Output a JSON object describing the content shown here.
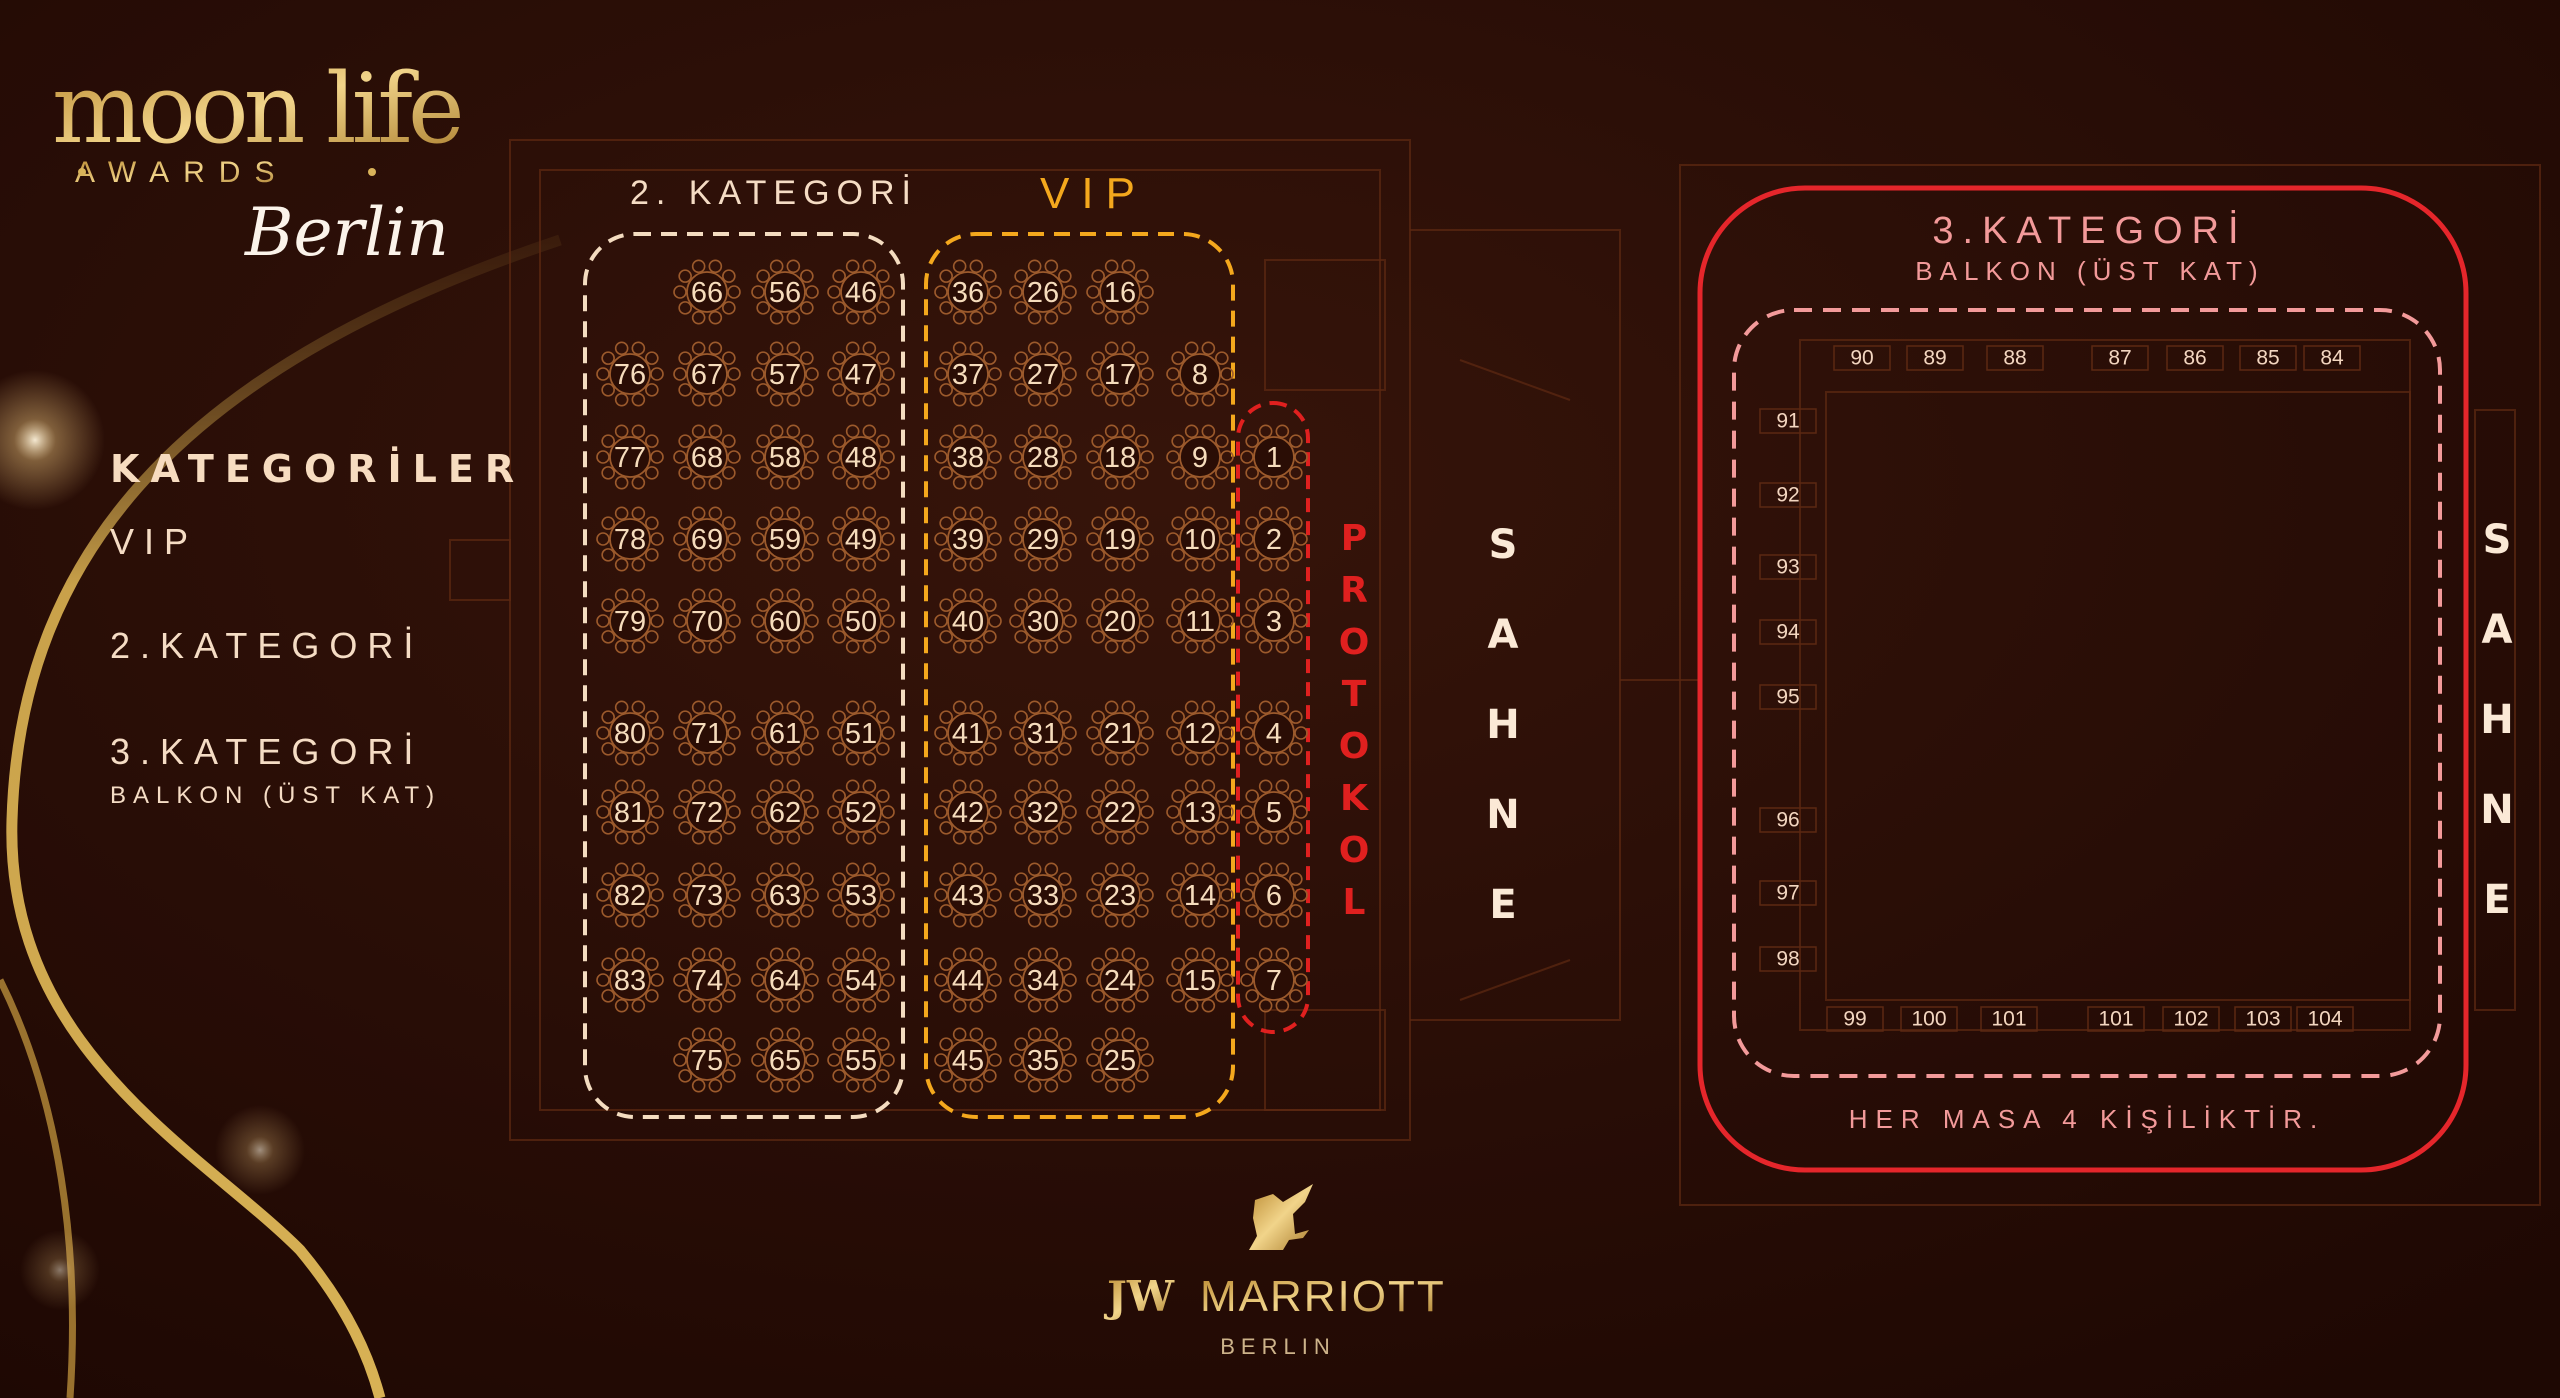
{
  "logo": {
    "line1": "moon life",
    "line2": "AWARDS",
    "line3": "Berlin"
  },
  "legend": {
    "title": "KATEGORİLER",
    "items": [
      {
        "label": "VIP"
      },
      {
        "label": "2.KATEGORİ"
      },
      {
        "label": "3.KATEGORİ",
        "sub": "BALKON (ÜST KAT)"
      }
    ]
  },
  "main_hall": {
    "category2_label": "2. KATEGORİ",
    "vip_label": "VIP",
    "protocol_label": "PROTOKOL",
    "stage_label": "SAHNE",
    "category2_columns": [
      [
        null,
        76,
        77,
        78,
        79,
        80,
        81,
        82,
        83,
        null
      ],
      [
        66,
        67,
        68,
        69,
        70,
        71,
        72,
        73,
        74,
        75
      ],
      [
        56,
        57,
        58,
        59,
        60,
        61,
        62,
        63,
        64,
        65
      ],
      [
        46,
        47,
        48,
        49,
        50,
        51,
        52,
        53,
        54,
        55
      ]
    ],
    "vip_columns": [
      [
        36,
        37,
        38,
        39,
        40,
        41,
        42,
        43,
        44,
        45
      ],
      [
        26,
        27,
        28,
        29,
        30,
        31,
        32,
        33,
        34,
        35
      ],
      [
        16,
        17,
        18,
        19,
        20,
        21,
        22,
        23,
        24,
        25
      ],
      [
        null,
        8,
        9,
        10,
        11,
        12,
        13,
        14,
        15,
        null
      ]
    ],
    "protocol_column": [
      null,
      null,
      1,
      2,
      3,
      4,
      5,
      6,
      7,
      null
    ]
  },
  "balcony": {
    "title": "3.KATEGORİ",
    "subtitle": "BALKON (ÜST KAT)",
    "stage_label": "SAHNE",
    "top_tables": [
      "90",
      "89",
      "88",
      "87",
      "86",
      "85",
      "84"
    ],
    "left_tables": [
      "91",
      "92",
      "93",
      "94",
      "95",
      "96",
      "97",
      "98"
    ],
    "bottom_tables": [
      "99",
      "100",
      "101",
      "101",
      "102",
      "103",
      "104"
    ],
    "note": "HER MASA 4 KİŞİLİKTİR."
  },
  "venue": {
    "brand_bold": "JW",
    "brand": "MARRIOTT",
    "city": "BERLIN"
  },
  "colors": {
    "background": "#230b04",
    "gold": "#d9b35a",
    "vip": "#f4a81d",
    "category2": "#f4dcc0",
    "protocol": "#e0201f",
    "balcony": "#e5262b",
    "balcony_text": "#f39a9a",
    "table_stroke": "#9c5a2c"
  }
}
